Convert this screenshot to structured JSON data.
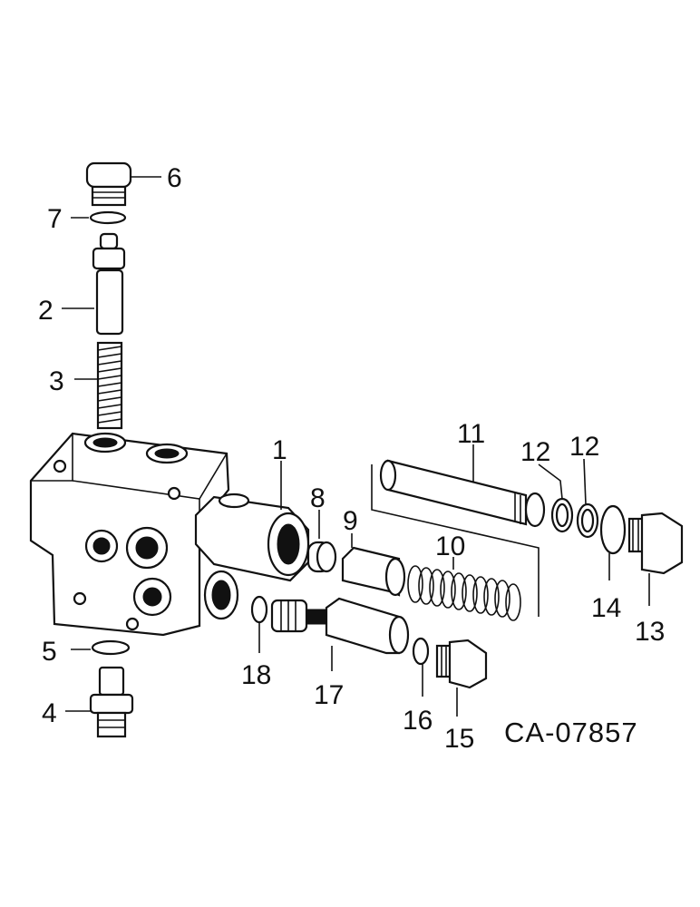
{
  "diagram": {
    "reference_code": "CA-07857",
    "callouts": [
      {
        "id": "1",
        "text": "1"
      },
      {
        "id": "2",
        "text": "2"
      },
      {
        "id": "3",
        "text": "3"
      },
      {
        "id": "4",
        "text": "4"
      },
      {
        "id": "5",
        "text": "5"
      },
      {
        "id": "6",
        "text": "6"
      },
      {
        "id": "7",
        "text": "7"
      },
      {
        "id": "8",
        "text": "8"
      },
      {
        "id": "9",
        "text": "9"
      },
      {
        "id": "10",
        "text": "10"
      },
      {
        "id": "11",
        "text": "11"
      },
      {
        "id": "12a",
        "text": "12"
      },
      {
        "id": "12b",
        "text": "12"
      },
      {
        "id": "13",
        "text": "13"
      },
      {
        "id": "14",
        "text": "14"
      },
      {
        "id": "15",
        "text": "15"
      },
      {
        "id": "16",
        "text": "16"
      },
      {
        "id": "17",
        "text": "17"
      },
      {
        "id": "18",
        "text": "18"
      }
    ]
  }
}
